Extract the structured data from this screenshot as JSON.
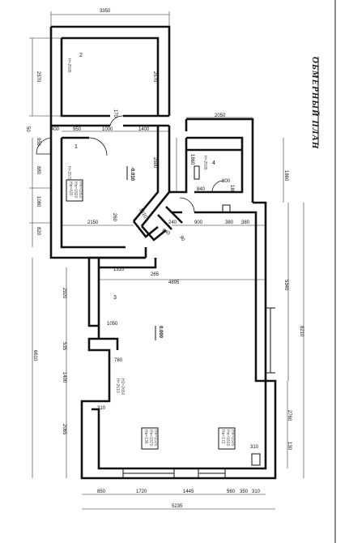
{
  "title": "ОБМЕРНЫЙ ПЛАН",
  "rooms": [
    {
      "number": "1",
      "height": "H=2570",
      "stamp": [
        "Нв=420",
        "Нп=1820",
        "Нп=1850"
      ]
    },
    {
      "number": "2",
      "height": "H=2595"
    },
    {
      "number": "3",
      "height": "H=2610",
      "height2": "H2=2650",
      "stamp": [
        "Нв=136",
        "Нп=1870",
        "Нп=1505"
      ],
      "stamp2": [
        "Нв=172",
        "Нп=1810",
        "Нп=1505"
      ]
    },
    {
      "number": "4",
      "height": "H=2595"
    }
  ],
  "elevations": {
    "room1": "-0.010",
    "room3": "0.000"
  },
  "dimensions": {
    "top": "3350",
    "room2_left": "2570",
    "room2_right": "2570",
    "top_left_small": "50",
    "left_wall": "950",
    "row1": [
      "400",
      "950",
      "1000",
      "1400"
    ],
    "room1_left": [
      "880",
      "1080",
      "820"
    ],
    "room1_right": "2500",
    "door_gap": "170",
    "room4_top": "2050",
    "room4_left": "1860",
    "room4_right": "1860",
    "room4_bottom": [
      "840",
      "800"
    ],
    "room4_inner": "180",
    "mid_row": [
      "2150",
      "240",
      "900",
      "380",
      "380"
    ],
    "small_label1": "260",
    "small_label2": "1010",
    "small_label3": "840",
    "small_label4": "90",
    "step_left": "1310",
    "step_right": "265",
    "room3_width": "4895",
    "right_total": "5340",
    "right_full": "8210",
    "room3_left_top": "2920",
    "room3_left_total": "6610",
    "niche_top": "1050",
    "niche_small": "535",
    "niche_mid": "780",
    "niche_lower": "1400",
    "bottom_left": "2065",
    "bottom_small": "310",
    "right_low": "2760",
    "right_bottom_small": "310",
    "right_bottom_tiny": "130",
    "bottom_row": [
      "850",
      "1720",
      "1445",
      "560",
      "350",
      "310"
    ],
    "bottom_total": "5235"
  }
}
